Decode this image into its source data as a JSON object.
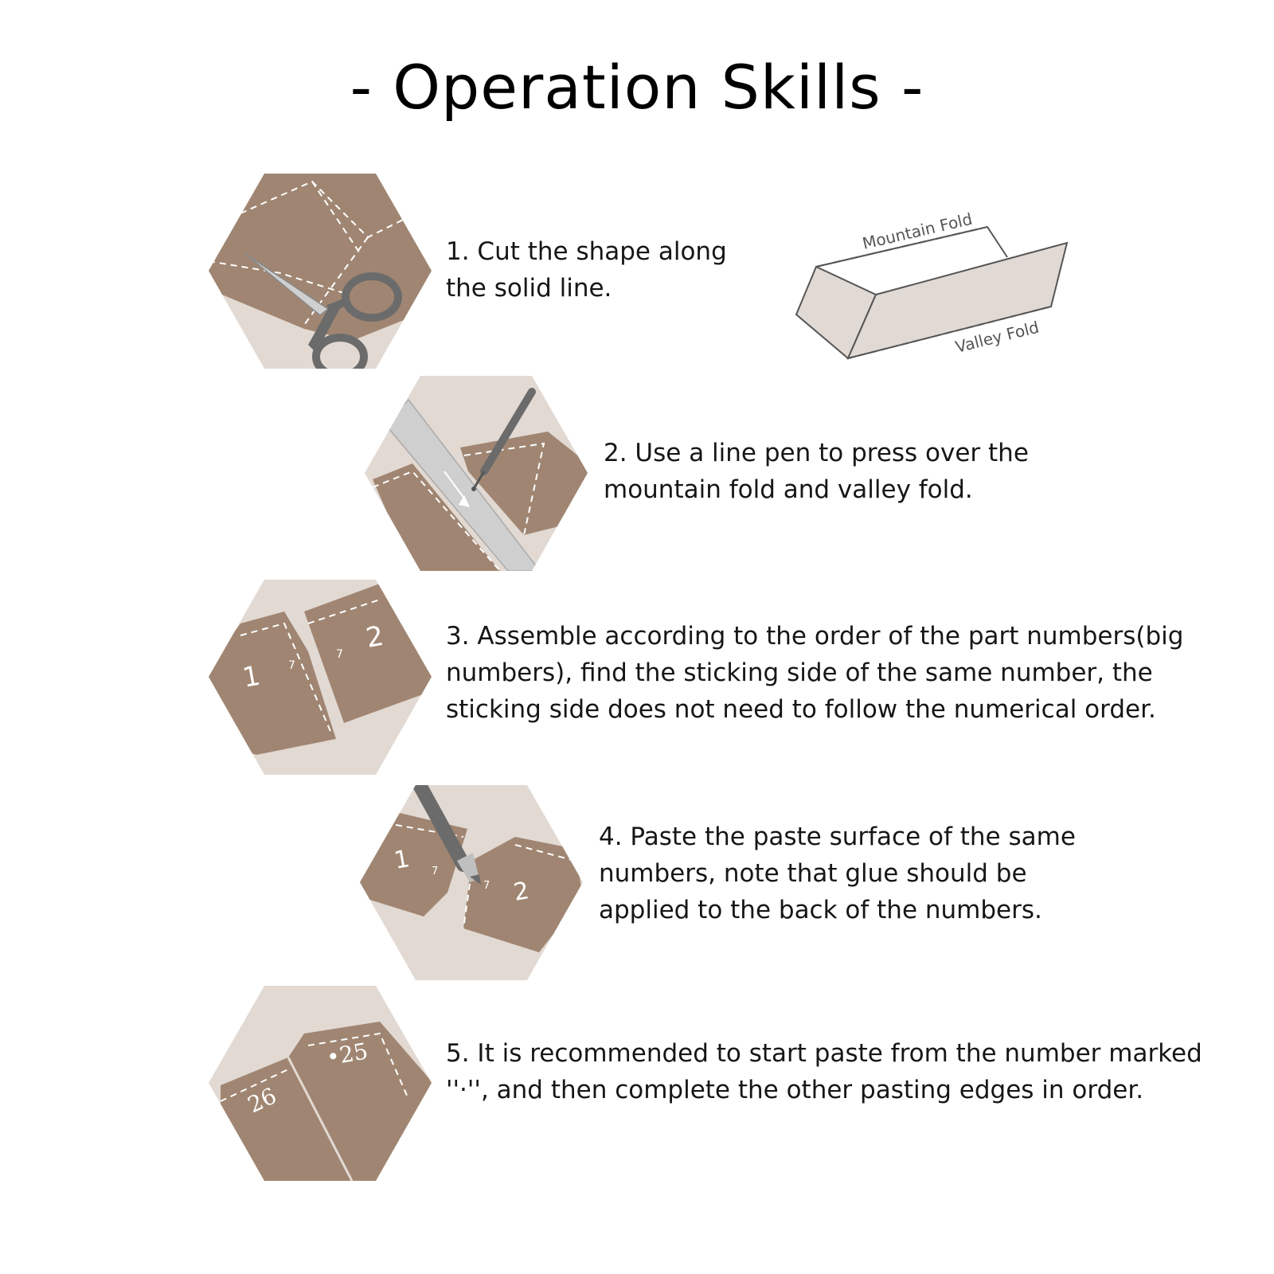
{
  "title": "- Operation Skills -",
  "colors": {
    "paper": "#a08672",
    "background_shape": "#e2d9d3",
    "fold_panel": "#e1d9d4",
    "tool_dark": "#6b6b6b",
    "ruler": "#cfcfcf"
  },
  "fold_diagram": {
    "mountain_label": "Mountain Fold",
    "valley_label": "Valley Fold"
  },
  "steps": [
    {
      "icon": "scissors-icon",
      "lines": [
        "1. Cut the shape along",
        "the solid line."
      ]
    },
    {
      "icon": "line-pen-ruler-icon",
      "lines": [
        "2. Use a line pen to press over the",
        "mountain fold and valley fold."
      ]
    },
    {
      "icon": "numbered-parts-icon",
      "part_labels": [
        "1",
        "2",
        "7",
        "7"
      ],
      "lines": [
        "3. Assemble according to the order of the part numbers(big",
        "numbers), find the sticking side of the same number, the",
        "sticking side does not need to follow the numerical order."
      ]
    },
    {
      "icon": "glue-pen-icon",
      "part_labels": [
        "1",
        "2",
        "7",
        "7"
      ],
      "lines": [
        "4. Paste the paste surface of the same",
        "numbers, note that glue should be",
        "applied to the back of the numbers."
      ]
    },
    {
      "icon": "marked-edges-icon",
      "part_labels": [
        "•25",
        "26"
      ],
      "lines": [
        "5. It is recommended to start paste from the number marked",
        "''·'', and then complete the other pasting edges in order."
      ]
    }
  ]
}
